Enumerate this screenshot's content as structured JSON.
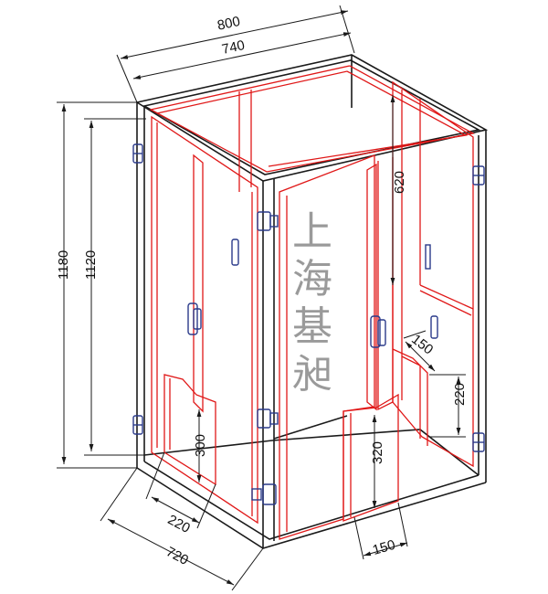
{
  "colors": {
    "frame": "#1a1a1a",
    "inner": "#e01818",
    "dim": "#1a1a1a",
    "hinge": "#2a3a8a",
    "watermark": "#9a9a9a"
  },
  "dimensions": {
    "top_outer_width": "800",
    "top_inner_width": "740",
    "left_outer_height": "1180",
    "left_inner_height": "1120",
    "bottom_depth": "720",
    "left_door_threshold_width": "220",
    "left_door_threshold_height": "300",
    "right_upper_height": "620",
    "right_small_width": "150",
    "right_small_height": "220",
    "front_threshold_height": "320",
    "front_threshold_width": "150"
  },
  "watermark": {
    "char1": "上",
    "char2": "海",
    "char3": "基",
    "char4": "昶"
  }
}
